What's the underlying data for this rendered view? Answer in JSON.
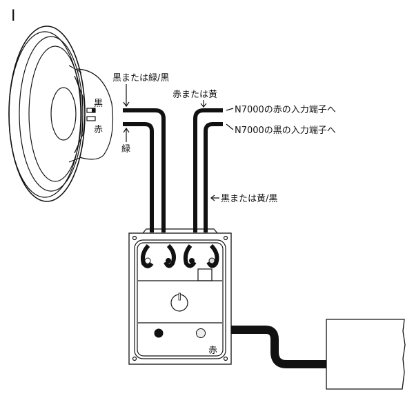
{
  "figure_number": "I",
  "speaker": {
    "terminal_black": "黒",
    "terminal_red": "赤"
  },
  "labels": {
    "wire_black_or_green_black": "黒または緑/黒",
    "wire_green": "緑",
    "wire_red_or_yellow": "赤または黄",
    "to_red_input": "N7000の赤の入力端子へ",
    "to_black_input": "N7000の黒の入力端子へ",
    "wire_black_or_yellow_black": "黒または黄/黒"
  },
  "crossover_box": {
    "red_marker": "赤"
  }
}
